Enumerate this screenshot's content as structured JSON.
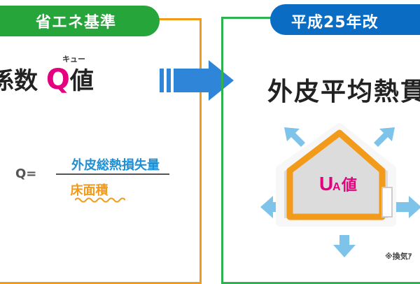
{
  "left": {
    "tab_label": "省エネ基準",
    "heading_main": "係数",
    "heading_q": "Q",
    "heading_suffix": "値",
    "ruby": "キュー",
    "formula_lhs": "Q=",
    "numerator": "外皮総熱損失量",
    "denominator": "床面積"
  },
  "right": {
    "tab_label": "平成25年改",
    "title": "外皮平均熱貫",
    "house_label_main": "U",
    "house_label_sub": "A",
    "house_label_suffix": "値",
    "note": "※換気ｱ"
  },
  "colors": {
    "left_accent": "#26a53a",
    "left_border": "#f29a1a",
    "right_tab": "#0a6cc2",
    "right_border": "#2fb34e",
    "q_magenta": "#e4007f",
    "numerator_blue": "#1f8fd3",
    "arrow_blue": "#2f86d8",
    "heat_arrow": "#7dc3ea",
    "house_orange": "#f29a1a",
    "house_fill": "#dddddd"
  }
}
